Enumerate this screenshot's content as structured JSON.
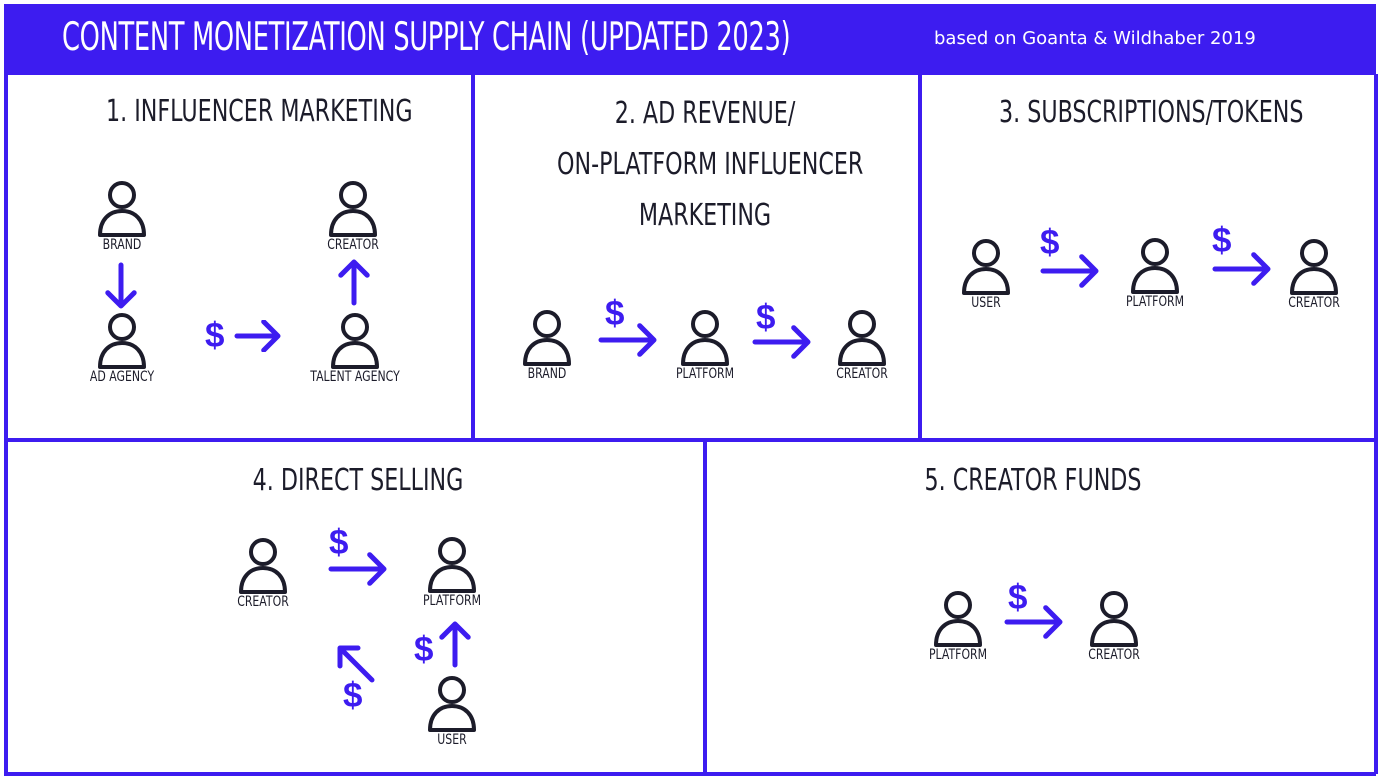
{
  "header": {
    "title": "CONTENT MONETIZATION SUPPLY CHAIN (UPDATED 2023)",
    "subtitle": "based on Goanta & Wildhaber 2019"
  },
  "colors": {
    "accent": "#3d1cf0",
    "ink": "#1c1c2a",
    "background": "#ffffff"
  },
  "panels": [
    {
      "title": "1. INFLUENCER MARKETING",
      "actors": {
        "brand": "BRAND",
        "ad_agency": "AD AGENCY",
        "creator": "CREATOR",
        "talent_agency": "TALENT AGENCY"
      },
      "money": "$"
    },
    {
      "title_lines": [
        "2. AD REVENUE/",
        "ON-PLATFORM INFLUENCER",
        "MARKETING"
      ],
      "actors": {
        "brand": "BRAND",
        "platform": "PLATFORM",
        "creator": "CREATOR"
      },
      "money": "$"
    },
    {
      "title": "3. SUBSCRIPTIONS/TOKENS",
      "actors": {
        "user": "USER",
        "platform": "PLATFORM",
        "creator": "CREATOR"
      },
      "money": "$"
    },
    {
      "title": "4. DIRECT SELLING",
      "actors": {
        "creator": "CREATOR",
        "platform": "PLATFORM",
        "user": "USER"
      },
      "money": "$"
    },
    {
      "title": "5. CREATOR FUNDS",
      "actors": {
        "platform": "PLATFORM",
        "creator": "CREATOR"
      },
      "money": "$"
    }
  ],
  "icons": {
    "person": "person-icon",
    "arrow": "arrow-icon"
  }
}
